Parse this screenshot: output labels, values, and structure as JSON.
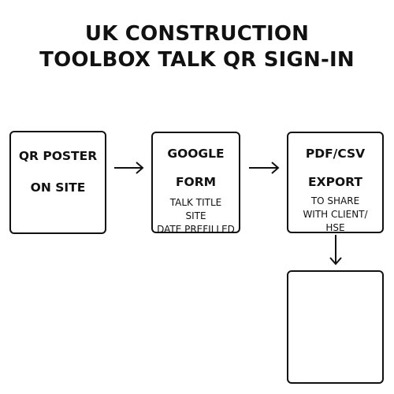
{
  "title": {
    "line1": "UK CONSTRUCTION",
    "line2": "TOOLBOX TALK QR SIGN-IN"
  },
  "nodes": [
    {
      "id": "qr-poster",
      "heading": [
        "QR POSTER",
        "ON SITE"
      ],
      "details": []
    },
    {
      "id": "google-form",
      "heading": [
        "GOOGLE",
        "FORM"
      ],
      "details": [
        "TALK TITLE",
        "SITE",
        "DATE PREFILLED"
      ]
    },
    {
      "id": "export",
      "heading": [
        "PDF/CSV",
        "EXPORT"
      ],
      "details": [
        "TO SHARE",
        "WITH CLIENT/",
        "HSE"
      ]
    },
    {
      "id": "empty-box",
      "heading": [],
      "details": []
    }
  ],
  "edges": [
    {
      "from": "qr-poster",
      "to": "google-form"
    },
    {
      "from": "google-form",
      "to": "export"
    },
    {
      "from": "export",
      "to": "empty-box"
    }
  ]
}
